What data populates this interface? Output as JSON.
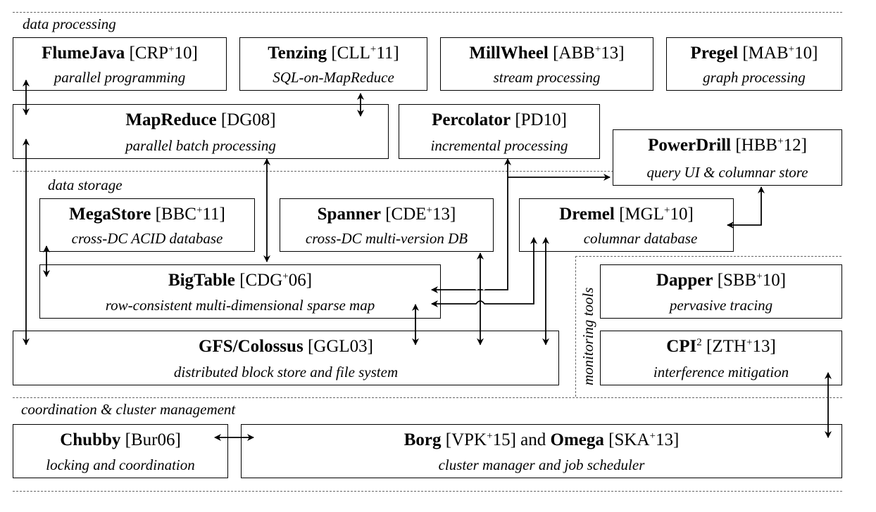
{
  "sections": {
    "data_processing": "data processing",
    "data_storage": "data storage",
    "monitoring_tools": "monitoring tools",
    "coordination": "coordination & cluster management"
  },
  "boxes": {
    "flumejava": {
      "name": "FlumeJava",
      "ref_pre": "[CRP",
      "ref_sup": "+",
      "ref_post": "10]",
      "desc": "parallel programming"
    },
    "tenzing": {
      "name": "Tenzing",
      "ref_pre": "[CLL",
      "ref_sup": "+",
      "ref_post": "11]",
      "desc": "SQL-on-MapReduce"
    },
    "millwheel": {
      "name": "MillWheel",
      "ref_pre": "[ABB",
      "ref_sup": "+",
      "ref_post": "13]",
      "desc": "stream processing"
    },
    "pregel": {
      "name": "Pregel",
      "ref_pre": "[MAB",
      "ref_sup": "+",
      "ref_post": "10]",
      "desc": "graph processing"
    },
    "mapreduce": {
      "name": "MapReduce",
      "ref": "[DG08]",
      "desc": "parallel batch processing"
    },
    "percolator": {
      "name": "Percolator",
      "ref": "[PD10]",
      "desc": "incremental processing"
    },
    "powerdrill": {
      "name": "PowerDrill",
      "ref_pre": "[HBB",
      "ref_sup": "+",
      "ref_post": "12]",
      "desc": "query UI & columnar store"
    },
    "megastore": {
      "name": "MegaStore",
      "ref_pre": "[BBC",
      "ref_sup": "+",
      "ref_post": "11]",
      "desc": "cross-DC ACID database"
    },
    "spanner": {
      "name": "Spanner",
      "ref_pre": "[CDE",
      "ref_sup": "+",
      "ref_post": "13]",
      "desc": "cross-DC multi-version DB"
    },
    "dremel": {
      "name": "Dremel",
      "ref_pre": "[MGL",
      "ref_sup": "+",
      "ref_post": "10]",
      "desc": "columnar database"
    },
    "bigtable": {
      "name": "BigTable",
      "ref_pre": "[CDG",
      "ref_sup": "+",
      "ref_post": "06]",
      "desc": "row-consistent multi-dimensional sparse map"
    },
    "gfs": {
      "name": "GFS/Colossus",
      "ref": "[GGL03]",
      "desc": "distributed block store and file system"
    },
    "dapper": {
      "name": "Dapper",
      "ref_pre": "[SBB",
      "ref_sup": "+",
      "ref_post": "10]",
      "desc": "pervasive tracing"
    },
    "cpi2": {
      "name": "CPI",
      "name_sup": "2",
      "ref_pre": "[ZTH",
      "ref_sup": "+",
      "ref_post": "13]",
      "desc": "interference mitigation"
    },
    "chubby": {
      "name": "Chubby",
      "ref": "[Bur06]",
      "desc": "locking and coordination"
    },
    "borg": {
      "name": "Borg",
      "ref_pre": "[VPK",
      "ref_sup": "+",
      "ref_post": "15]",
      "joiner": "and",
      "name2": "Omega",
      "ref2_pre": "[SKA",
      "ref2_sup": "+",
      "ref2_post": "13]",
      "desc": "cluster manager and job scheduler"
    }
  }
}
